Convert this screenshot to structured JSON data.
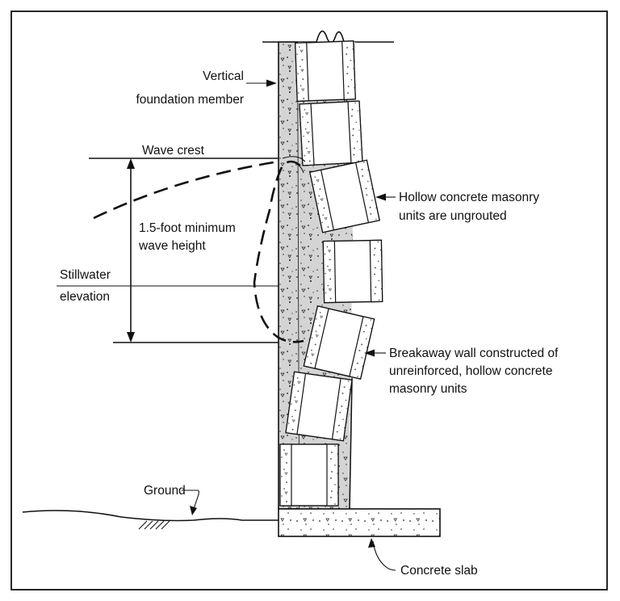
{
  "labels": {
    "vertical_foundation_line1": "Vertical",
    "vertical_foundation_line2": "foundation member",
    "wave_crest": "Wave crest",
    "wave_height_line1": "1.5-foot minimum",
    "wave_height_line2": "wave height",
    "stillwater_line1": "Stillwater",
    "stillwater_line2": "elevation",
    "ungrouted_line1": "Hollow concrete masonry",
    "ungrouted_line2": "units are ungrouted",
    "breakaway_line1": "Breakaway wall constructed of",
    "breakaway_line2": "unreinforced, hollow concrete",
    "breakaway_line3": "masonry units",
    "ground": "Ground",
    "concrete_slab": "Concrete slab"
  },
  "colors": {
    "line": "#111111",
    "background": "#ffffff",
    "concrete_fill": "#d4d4d4"
  }
}
